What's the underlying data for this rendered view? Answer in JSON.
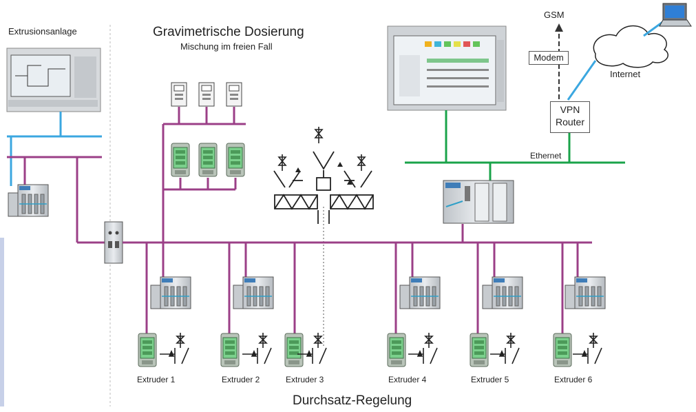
{
  "labels": {
    "plant": "Extrusionsanlage",
    "title": "Gravimetrische Dosierung",
    "subtitle": "Mischung im freien Fall",
    "gsm": "GSM",
    "modem": "Modem",
    "internet": "Internet",
    "vpn_line1": "VPN",
    "vpn_line2": "Router",
    "ethernet": "Ethernet",
    "footer": "Durchsatz-Regelung"
  },
  "extruders": [
    {
      "label": "Extruder 1"
    },
    {
      "label": "Extruder 2"
    },
    {
      "label": "Extruder 3"
    },
    {
      "label": "Extruder 4"
    },
    {
      "label": "Extruder 5"
    },
    {
      "label": "Extruder 6"
    }
  ],
  "colors": {
    "profibus": "#9b3f87",
    "industrial_ethernet": "#1aa34a",
    "lan": "#3ba7e0",
    "device_gray": "#d2d6da",
    "display_green": "#7bd08c"
  }
}
